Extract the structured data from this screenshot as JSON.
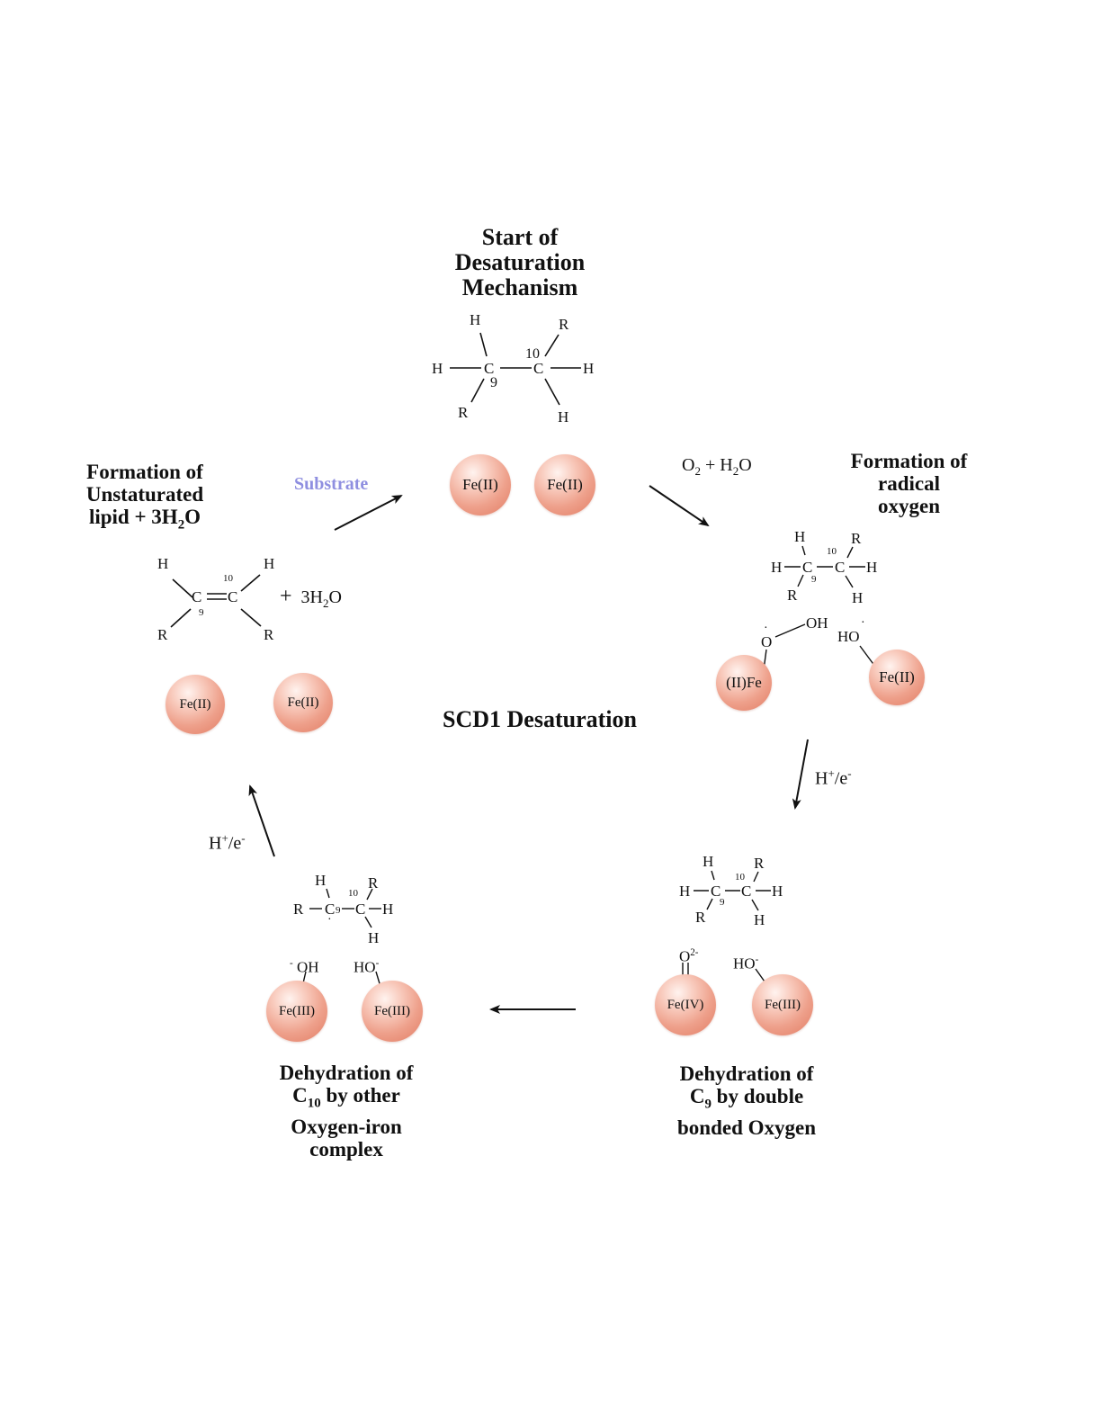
{
  "diagram": {
    "title": "SCD1 Desaturation",
    "stages": {
      "start": {
        "title": [
          "Start of",
          "Desaturation",
          "Mechanism"
        ],
        "molecule": {
          "atoms": [
            "H",
            "H",
            "R",
            "R",
            "C",
            "C",
            "H",
            "H"
          ],
          "c9_label": "9",
          "c10_label": "10"
        },
        "irons": [
          "Fe(II)",
          "Fe(II)"
        ]
      },
      "radical": {
        "title": [
          "Formation of",
          "radical",
          "oxygen"
        ],
        "reagent": {
          "main": "O",
          "sub1": "2",
          "plus": " + H",
          "sub2": "2",
          "end": "O"
        },
        "molecule": {
          "c9_label": "9",
          "c10_label": "10"
        },
        "peroxo": {
          "o": "O",
          "oh": "OH",
          "ho": "HO"
        },
        "irons": [
          "(II)Fe",
          "Fe(II)"
        ]
      },
      "c9": {
        "title": [
          "Dehydration of",
          "C9 by double",
          "bonded Oxygen"
        ],
        "title_parts": {
          "pre": "C",
          "sub": "9",
          "post": " by double"
        },
        "molecule": {
          "c9_label": "9",
          "c10_label": "10"
        },
        "ligands": {
          "oxo": "O",
          "oxo_charge": "2-",
          "ho": "HO",
          "ho_charge": "-"
        },
        "irons": [
          "Fe(IV)",
          "Fe(III)"
        ]
      },
      "c10": {
        "title": [
          "Dehydration of",
          "C10 by other",
          "Oxygen-iron",
          "complex"
        ],
        "title_parts": {
          "pre": "C",
          "sub": "10",
          "post": " by other"
        },
        "molecule": {
          "c9_label": "9",
          "c10_label": "10"
        },
        "ligands": {
          "oh": "OH",
          "oh_charge": "-",
          "ho": "HO",
          "ho_charge": "-"
        },
        "irons": [
          "Fe(III)",
          "Fe(III)"
        ]
      },
      "product": {
        "title_lines": [
          "Formation of",
          "Unstaturated"
        ],
        "title_last": {
          "pre": "lipid + 3H",
          "sub": "2",
          "post": "O"
        },
        "molecule": {
          "c9_label": "9",
          "c10_label": "10"
        },
        "byproduct": {
          "plus": "+",
          "pre": "3H",
          "sub": "2",
          "post": "O"
        },
        "irons": [
          "Fe(II)",
          "Fe(II)"
        ]
      }
    },
    "arrows": {
      "substrate_label": "Substrate",
      "proton_electron_1": {
        "h": "H",
        "plus": "+",
        "slash": "/e",
        "minus": "-"
      },
      "proton_electron_2": {
        "h": "H",
        "plus": "+",
        "slash": "/e",
        "minus": "-"
      }
    },
    "colors": {
      "substrate": "#8f8fe0",
      "iron_fill": "#eea08b",
      "text": "#111111"
    }
  }
}
